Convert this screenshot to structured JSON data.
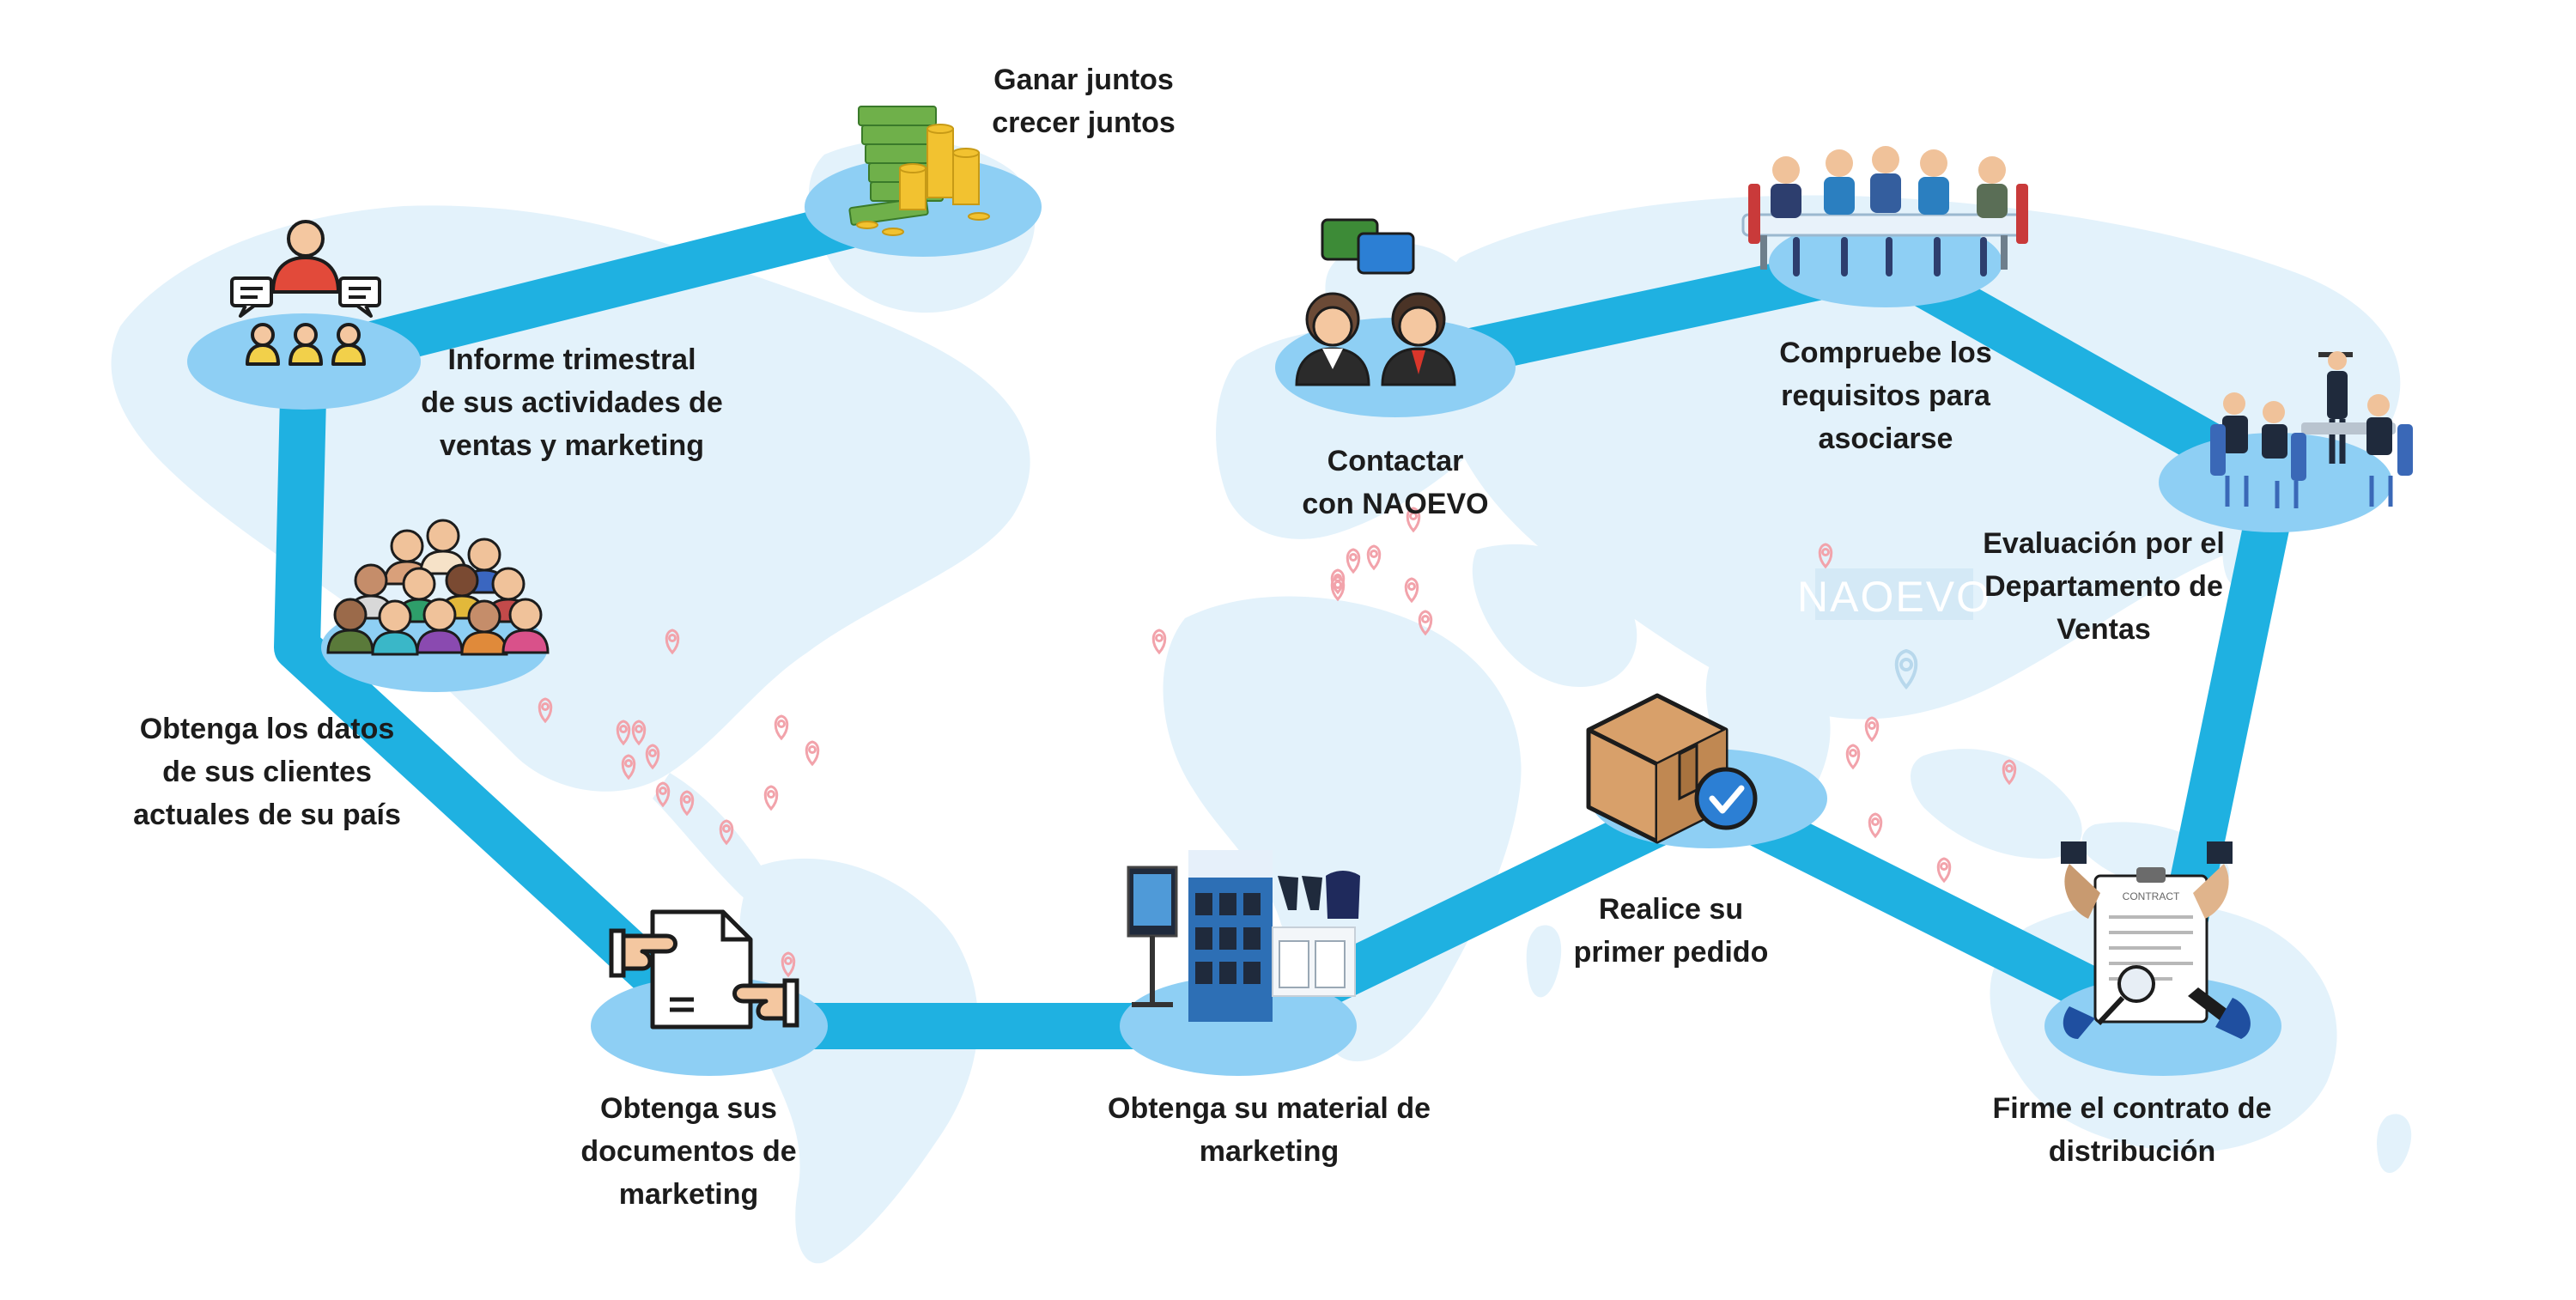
{
  "diagram": {
    "colors": {
      "path": "#1fb1e1",
      "node": "#8ecff4",
      "map": "#e3f2fb",
      "pin": "#f2a3ab",
      "text": "#1c1c1c"
    },
    "watermark": "NAOEVO",
    "steps": [
      {
        "id": "contact",
        "icon": "support-agents-icon",
        "lines": [
          "Contactar",
          "con NAOEVO"
        ]
      },
      {
        "id": "requirements",
        "icon": "meeting-table-icon",
        "lines": [
          "Compruebe los",
          "requisitos para",
          "asociarse"
        ]
      },
      {
        "id": "evaluation",
        "icon": "presentation-meeting-icon",
        "lines": [
          "Evaluación por el",
          "Departamento de",
          "Ventas"
        ]
      },
      {
        "id": "contract",
        "icon": "contract-signing-icon",
        "lines": [
          "Firme el contrato de",
          "distribución"
        ]
      },
      {
        "id": "order",
        "icon": "package-check-icon",
        "lines": [
          "Realice su",
          "primer pedido"
        ]
      },
      {
        "id": "material",
        "icon": "display-stand-icon",
        "lines": [
          "Obtenga su material de",
          "marketing"
        ]
      },
      {
        "id": "documents",
        "icon": "document-handover-icon",
        "lines": [
          "Obtenga sus",
          "documentos de",
          "marketing"
        ]
      },
      {
        "id": "clients",
        "icon": "crowd-icon",
        "lines": [
          "Obtenga los datos",
          "de sus clientes",
          "actuales de su país"
        ]
      },
      {
        "id": "report",
        "icon": "speaker-audience-icon",
        "lines": [
          "Informe trimestral",
          "de sus actividades de",
          "ventas y marketing"
        ]
      },
      {
        "id": "win",
        "icon": "money-stacks-icon",
        "lines": [
          "Ganar juntos",
          "crecer juntos"
        ]
      }
    ]
  }
}
